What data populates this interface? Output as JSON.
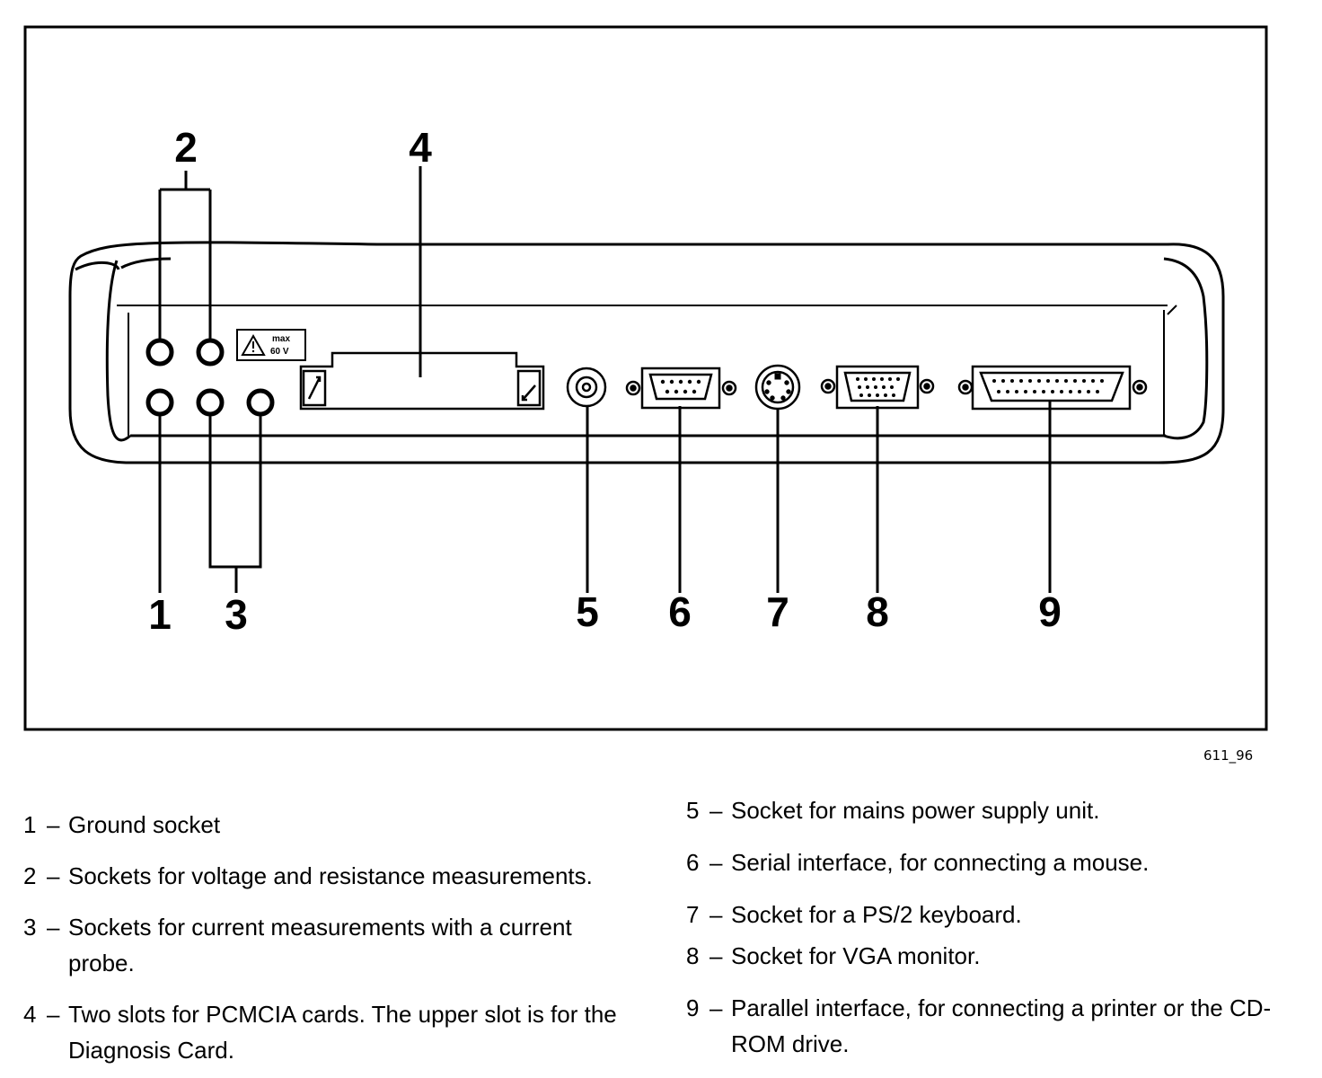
{
  "figure": {
    "callouts": [
      "1",
      "2",
      "3",
      "4",
      "5",
      "6",
      "7",
      "8",
      "9"
    ],
    "warning_label": {
      "line1": "max",
      "line2": "60 V"
    },
    "code": "611_96"
  },
  "legend": [
    {
      "num": "1",
      "text": "Ground socket"
    },
    {
      "num": "2",
      "text": "Sockets for voltage and resistance measurements."
    },
    {
      "num": "3",
      "text": "Sockets for current measurements with a current probe."
    },
    {
      "num": "4",
      "text": "Two slots for PCMCIA cards. The upper slot is for the Diagnosis Card."
    },
    {
      "num": "5",
      "text": "Socket for mains power supply unit."
    },
    {
      "num": "6",
      "text": "Serial interface, for connecting a mouse."
    },
    {
      "num": "7",
      "text": "Socket for a PS/2 keyboard."
    },
    {
      "num": "8",
      "text": "Socket for VGA monitor."
    },
    {
      "num": "9",
      "text": "Parallel interface, for connecting a printer or the CD-ROM drive."
    }
  ]
}
